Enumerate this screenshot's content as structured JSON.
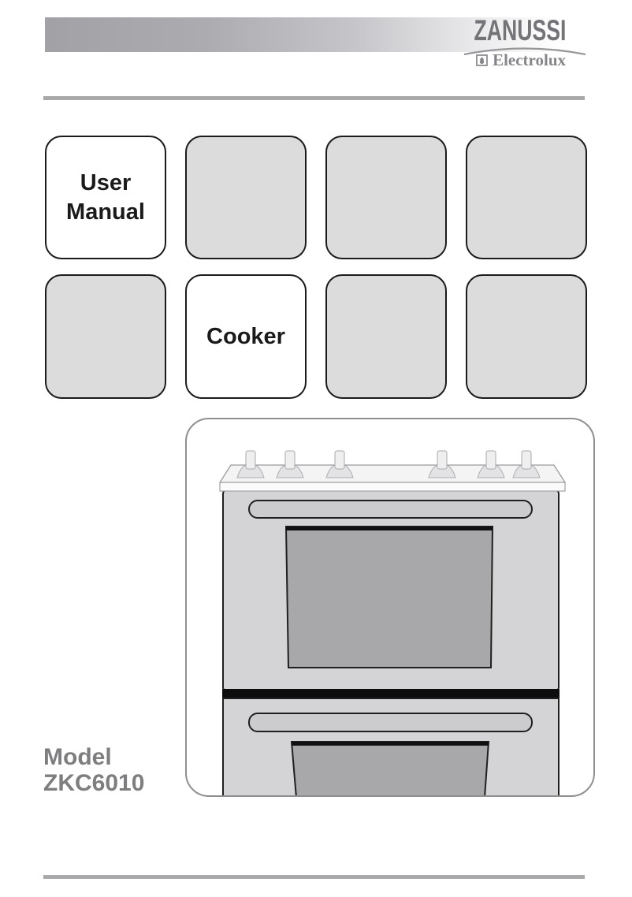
{
  "header": {
    "brand": "ZANUSSI",
    "electrolux": "Electrolux"
  },
  "tiles": {
    "items": [
      {
        "label": "User Manual",
        "highlighted": true
      },
      {
        "label": "",
        "highlighted": false
      },
      {
        "label": "",
        "highlighted": false
      },
      {
        "label": "",
        "highlighted": false
      },
      {
        "label": "",
        "highlighted": false
      },
      {
        "label": "Cooker",
        "highlighted": true
      },
      {
        "label": "",
        "highlighted": false
      },
      {
        "label": "",
        "highlighted": false
      }
    ]
  },
  "model": {
    "label": "Model",
    "number": "ZKC6010"
  },
  "illustration": {
    "subject": "double-oven cooker front view",
    "knob_count": 6
  },
  "colors": {
    "brand_gray": "#737378",
    "electrolux_gray": "#85858a",
    "rule_gray": "#a9a9ab",
    "tile_gray": "#dcdcdc",
    "tile_border": "#1b1b1b",
    "cooker_body": "#d4d4d6",
    "cooker_window": "#a8a8aa",
    "model_text": "#7e7e80"
  }
}
